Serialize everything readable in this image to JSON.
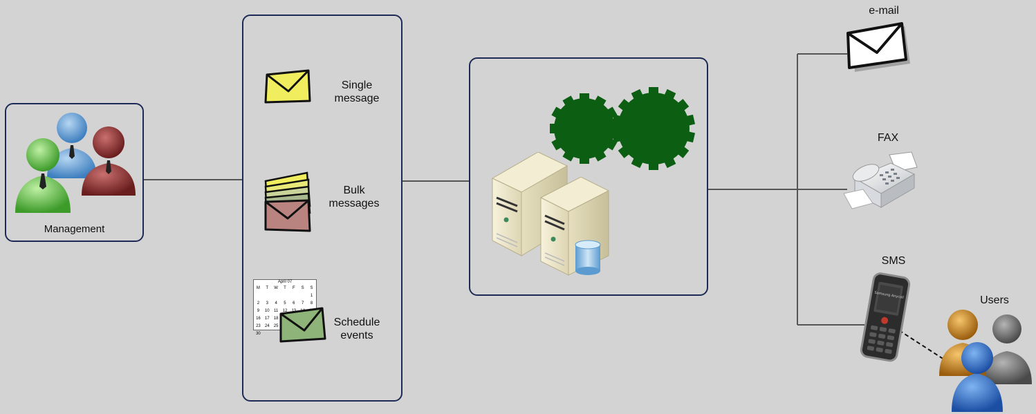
{
  "management": {
    "label": "Management"
  },
  "message_types": [
    {
      "line1": "Single",
      "line2": "message"
    },
    {
      "line1": "Bulk",
      "line2": "messages"
    },
    {
      "line1": "Schedule",
      "line2": "events"
    }
  ],
  "calendar": {
    "title": "April 07",
    "days": [
      "M",
      "T",
      "W",
      "T",
      "F",
      "S",
      "S"
    ],
    "rows": [
      [
        "",
        "",
        "",
        "",
        "",
        "",
        "1"
      ],
      [
        "2",
        "3",
        "4",
        "5",
        "6",
        "7",
        "8"
      ],
      [
        "9",
        "10",
        "11",
        "12",
        "13",
        "14",
        "15"
      ],
      [
        "16",
        "17",
        "18",
        "",
        "",
        "",
        ""
      ],
      [
        "23",
        "24",
        "25",
        "",
        "",
        "",
        ""
      ],
      [
        "30",
        "",
        "",
        "",
        "",
        "",
        ""
      ]
    ]
  },
  "channels": {
    "email": "e-mail",
    "fax": "FAX",
    "sms": "SMS"
  },
  "users": {
    "label": "Users"
  },
  "phone": {
    "screen_text": "Samsung Anycall"
  },
  "colors": {
    "background": "#d3d3d3",
    "box_border": "#1c2a55",
    "gear": "#0c5e12",
    "envelope_single": "#f0ee5e",
    "envelope_bulk_back": "#b98480",
    "envelope_schedule": "#8fb47a"
  }
}
